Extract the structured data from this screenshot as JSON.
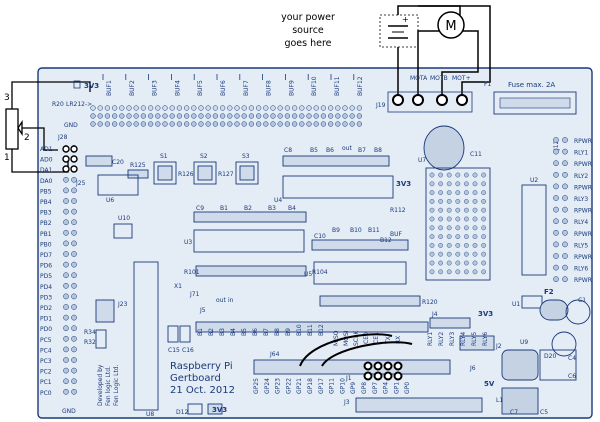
{
  "annotation": {
    "line1": "your power",
    "line2": "source",
    "line3": "goes here"
  },
  "motor": {
    "label": "M"
  },
  "pot": {
    "pin1": "1",
    "pin2": "2",
    "pin3": "3"
  },
  "colors": {
    "board_fill": "#e4ecf6",
    "board_stroke": "#1a3a7a",
    "text": "#1a3a7a",
    "wire": "#000000",
    "pad": "#b4c6de"
  },
  "top_header": {
    "v3": "3V3",
    "r20": "R20",
    "lr212": "LR212->",
    "labels": [
      "BUF1",
      "BUF2",
      "BUF3",
      "BUF4",
      "BUF5",
      "BUF6",
      "BUF7",
      "BUF8",
      "BUF9",
      "BUF10",
      "BUF11",
      "BUF12"
    ],
    "j19": "J19"
  },
  "motor_conn": {
    "labels": [
      "MOTA",
      "MOTB",
      "MOT+"
    ],
    "fuse": "Fuse max. 2A",
    "f1": "F1"
  },
  "left_header": {
    "gnd_top": "GND",
    "j28": "J28",
    "gnd_bottom": "GND",
    "j25": "J25",
    "pins": [
      "AD1",
      "AD0",
      "DA1",
      "DA0",
      "PB5",
      "PB4",
      "PB3",
      "PB2",
      "PB1",
      "PB0",
      "PD7",
      "PD6",
      "PD5",
      "PD4",
      "PD3",
      "PD2",
      "PD1",
      "PD0",
      "PC5",
      "PC4",
      "PC3",
      "PC2",
      "PC1",
      "PC0"
    ]
  },
  "right_header": {
    "pins": [
      "RPWR",
      "RLY1",
      "RPWR",
      "RLY2",
      "RPWR",
      "RLY3",
      "RPWR",
      "RLY4",
      "RPWR",
      "RLY5",
      "RPWR",
      "RLY6",
      "RPWR"
    ],
    "j12": "J12"
  },
  "components": {
    "c20": "C20",
    "r125": "R125",
    "s1": "S1",
    "s2": "S2",
    "s3": "S3",
    "r126": "R126",
    "r127": "R127",
    "c8": "C8",
    "b5": "B5",
    "b6": "B6",
    "out": "out",
    "b7": "B7",
    "b8": "B8",
    "u7": "U7",
    "c11": "C11",
    "u6": "U6",
    "v3": "3V3",
    "u4": "U4",
    "c9": "C9",
    "b1": "B1",
    "b2": "B2",
    "b3": "B3",
    "b4": "B4",
    "r112": "R112",
    "u10": "U10",
    "c10": "C10",
    "u3": "U3",
    "u5": "U5",
    "r101": "R101",
    "r104": "R104",
    "r120": "R120",
    "j71": "J71",
    "x1": "X1",
    "j5": "J5",
    "j23": "J23",
    "u2": "U2",
    "f2": "F2",
    "u1": "U1",
    "c1": "C1",
    "j4": "J4",
    "v33": "3V3",
    "v5": "5V",
    "j2": "J2",
    "c15": "C15",
    "c16": "C16",
    "j64": "J64",
    "u8": "U8",
    "d12": "D12",
    "j3": "J3",
    "j6": "J6",
    "r34": "R34",
    "r32": "R32",
    "u9": "U9",
    "d20": "D20",
    "c7": "C7",
    "c5": "C5",
    "l1": "L1",
    "c6": "C6",
    "c4": "C4",
    "j1": "J1"
  },
  "b_row": {
    "labels": [
      "B1",
      "B2",
      "B3",
      "B4",
      "B5",
      "B6",
      "B7",
      "B8",
      "B9",
      "B10",
      "B11",
      "B12"
    ],
    "in": "in",
    "out": "out",
    "miso": "MISO",
    "mosi": "MOSI",
    "sclk": "SCLK",
    "buf": "BUF",
    "b9": "B9",
    "b10": "B10",
    "b11": "B11",
    "b12": "B12"
  },
  "gp_row": {
    "labels": [
      "GP25",
      "GP24",
      "GP23",
      "GP22",
      "GP21",
      "GP18",
      "GP17",
      "GP11",
      "GP10",
      "GP9",
      "GP8",
      "GP7",
      "GP4",
      "GP1",
      "GP0"
    ],
    "ce0": "CE0",
    "ce1": "CE1",
    "tx": "TX",
    "rx": "RX",
    "v5": "5V"
  },
  "rly_row": {
    "labels": [
      "RLY1",
      "RLY2",
      "RLY3",
      "RLY4",
      "RLY5",
      "RLY6"
    ]
  },
  "branding": {
    "line1": "Raspberry Pi",
    "line2": "Gertboard",
    "line3": "21 Oct. 2012",
    "dev1": "Developed by",
    "dev2": "Fen logic Ltd.",
    "dev3": "Fen Logic Ltd."
  }
}
